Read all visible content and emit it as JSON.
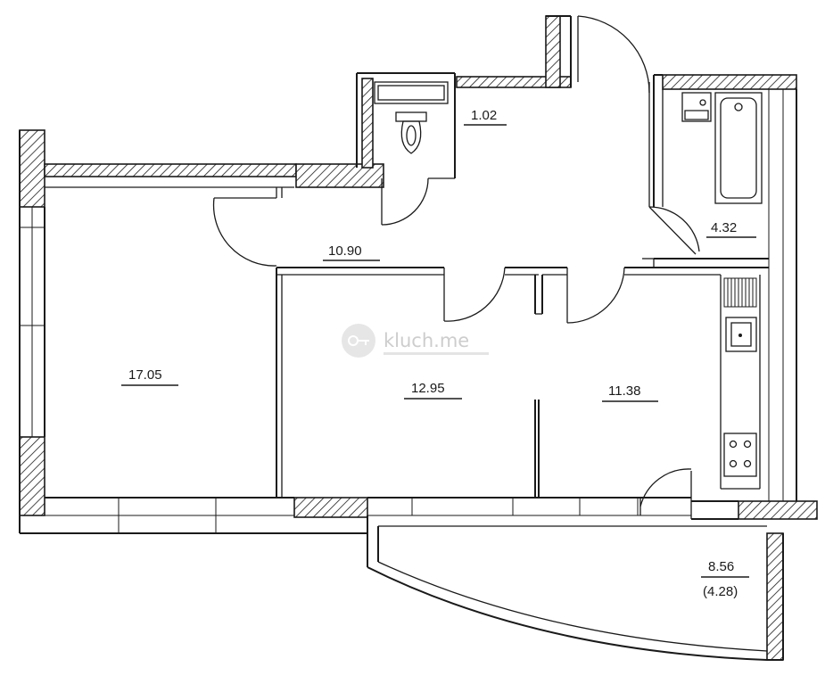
{
  "watermark": {
    "text": "kluch.me"
  },
  "rooms": [
    {
      "id": "toilet",
      "area": "1.02"
    },
    {
      "id": "hall",
      "area": "10.90"
    },
    {
      "id": "bathroom",
      "area": "4.32"
    },
    {
      "id": "room-large",
      "area": "17.05"
    },
    {
      "id": "room-middle",
      "area": "12.95"
    },
    {
      "id": "kitchen",
      "area": "11.38"
    },
    {
      "id": "balcony",
      "area": "8.56",
      "reduced_area": "(4.28)"
    }
  ]
}
